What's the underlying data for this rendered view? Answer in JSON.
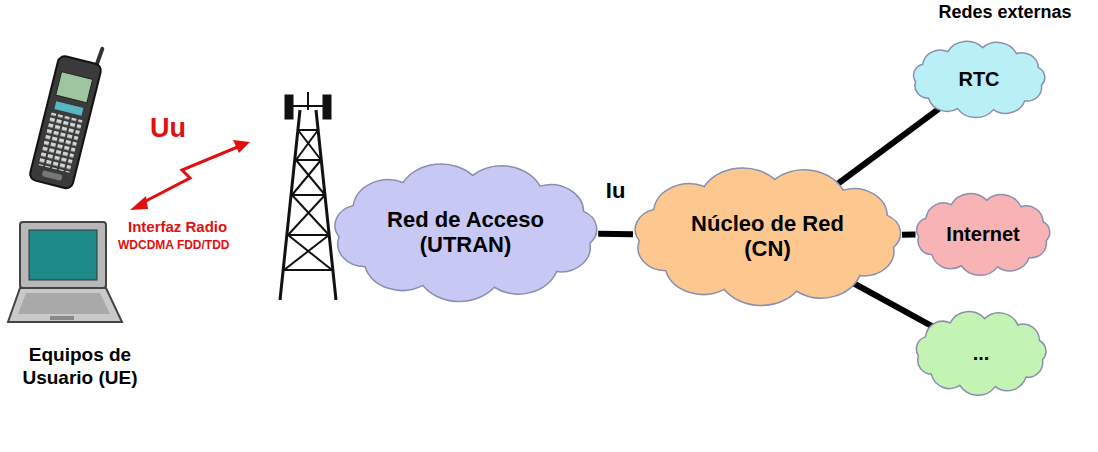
{
  "diagram": {
    "nodes": [
      {
        "text": [
          "Red de Acceso (UTRAN)"
        ]
      },
      {
        "text": [
          "Núcleo de Red (CN)"
        ]
      },
      {
        "text": [
          "RTC"
        ]
      },
      {
        "text": [
          "Internet"
        ]
      },
      {
        "text": [
          "..."
        ]
      }
    ],
    "edges": [
      {
        "from": 0,
        "to": 1,
        "label": "Iu",
        "arrow": "none"
      },
      {
        "from": 1,
        "to": 2,
        "arrow": "none"
      },
      {
        "from": 1,
        "to": 3,
        "arrow": "none"
      },
      {
        "from": 1,
        "to": 4,
        "arrow": "none"
      }
    ],
    "labels": [
      "Uu",
      "Interfaz Radio",
      "WDCDMA FDD/TDD",
      "Equipos de Usuario (UE)",
      "Redes externas"
    ]
  }
}
